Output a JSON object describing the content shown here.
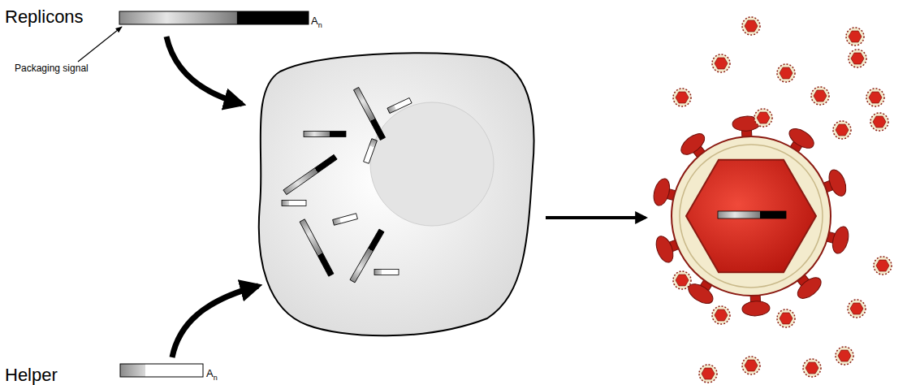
{
  "diagram": {
    "labels": [
      "Replicons",
      "A",
      "n",
      "Packaging signal",
      "Helper",
      "A",
      "n"
    ]
  }
}
